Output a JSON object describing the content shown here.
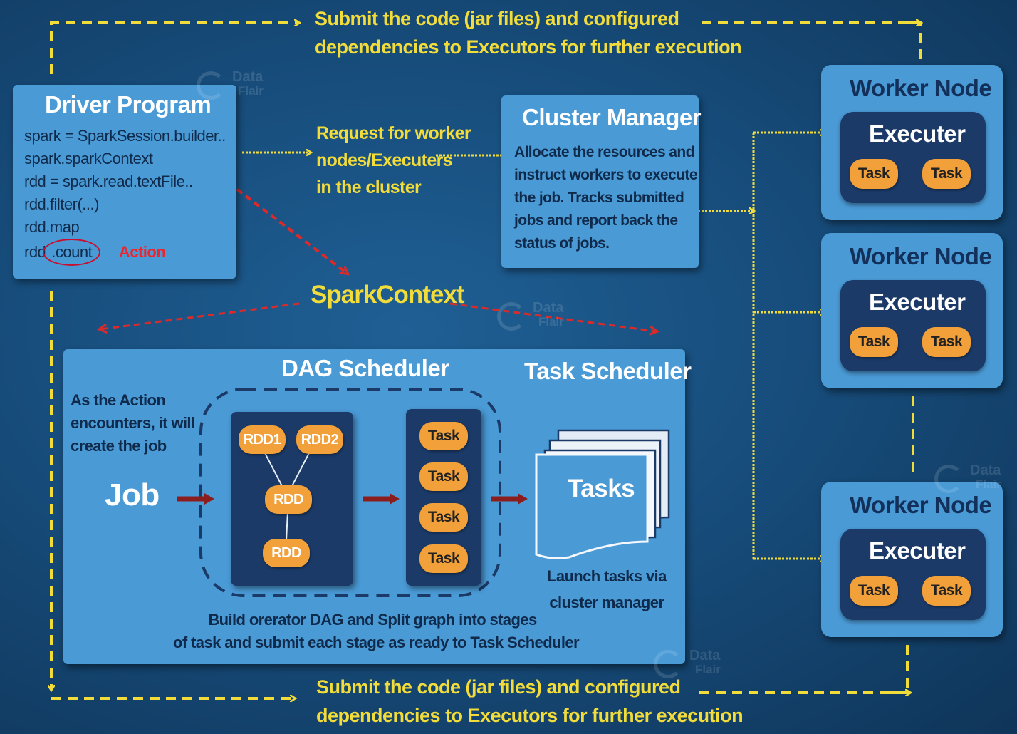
{
  "notes": {
    "top": [
      "Submit the code (jar files) and configured",
      "dependencies to Executors for further execution"
    ],
    "bottom": [
      "Submit the code (jar files) and configured",
      "dependencies to Executors for further execution"
    ],
    "request": [
      "Request for worker",
      "nodes/Executers",
      "in the cluster"
    ]
  },
  "driver": {
    "title": "Driver Program",
    "code": [
      "spark = SparkSession.builder..",
      "spark.sparkContext",
      "rdd = spark.read.textFile..",
      "rdd.filter(...)",
      "rdd.map"
    ],
    "last_prefix": "rdd",
    "last_circled": ".count",
    "action_label": "Action"
  },
  "cluster_manager": {
    "title": "Cluster Manager",
    "description": [
      "Allocate the resources and",
      "instruct workers to execute",
      "the job. Tracks submitted",
      "jobs and report back the",
      "status of jobs."
    ]
  },
  "workers": [
    {
      "title": "Worker Node",
      "executer": "Executer",
      "tasks": [
        "Task",
        "Task"
      ]
    },
    {
      "title": "Worker Node",
      "executer": "Executer",
      "tasks": [
        "Task",
        "Task"
      ]
    },
    {
      "title": "Worker Node",
      "executer": "Executer",
      "tasks": [
        "Task",
        "Task"
      ]
    }
  ],
  "spark_context": "SparkContext",
  "scheduler": {
    "dag_title": "DAG Scheduler",
    "task_title": "Task Scheduler",
    "action_note": [
      "As the Action",
      "encounters, it will",
      "create the job"
    ],
    "job_label": "Job",
    "rdds": [
      "RDD1",
      "RDD2",
      "RDD",
      "RDD"
    ],
    "stage_tasks": [
      "Task",
      "Task",
      "Task",
      "Task"
    ],
    "tasks_doc": "Tasks",
    "launch_note": [
      "Launch tasks via",
      "cluster manager"
    ],
    "build_note": [
      "Build orerator DAG and Split graph into stages",
      "of task and submit each stage as ready  to Task Scheduler"
    ]
  },
  "watermark": {
    "line1": "Data",
    "line2": "Flair"
  },
  "colors": {
    "background": "#174d7c",
    "panel": "#4a9ad6",
    "dark_box": "#1b3a68",
    "pill": "#f1a03a",
    "yellow": "#f2dc3a",
    "red": "#d92b2b",
    "arrow": "#8b1d1d"
  }
}
